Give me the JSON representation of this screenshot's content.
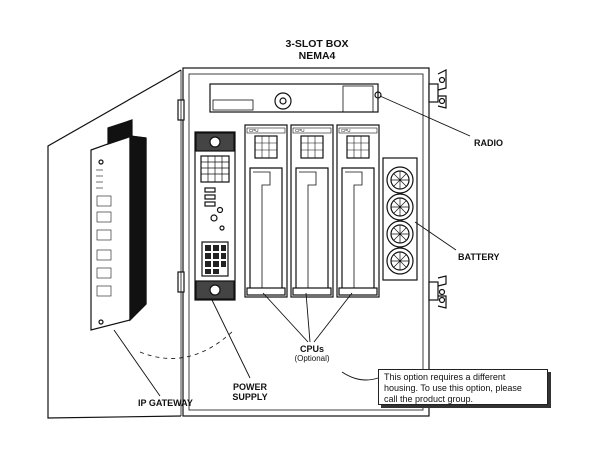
{
  "title": {
    "line1": "3-SLOT BOX",
    "line2": "NEMA4"
  },
  "labels": {
    "radio": "RADIO",
    "battery": "BATTERY",
    "ip_gateway": "IP GATEWAY",
    "power_supply_line1": "POWER",
    "power_supply_line2": "SUPPLY",
    "cpus_line1": "CPUs",
    "cpus_line2": "(Optional)",
    "cpu_module": "CPU"
  },
  "note": {
    "line1": "This option requires a different",
    "line2": "housing. To use this option, please",
    "line3": "call the product group."
  }
}
